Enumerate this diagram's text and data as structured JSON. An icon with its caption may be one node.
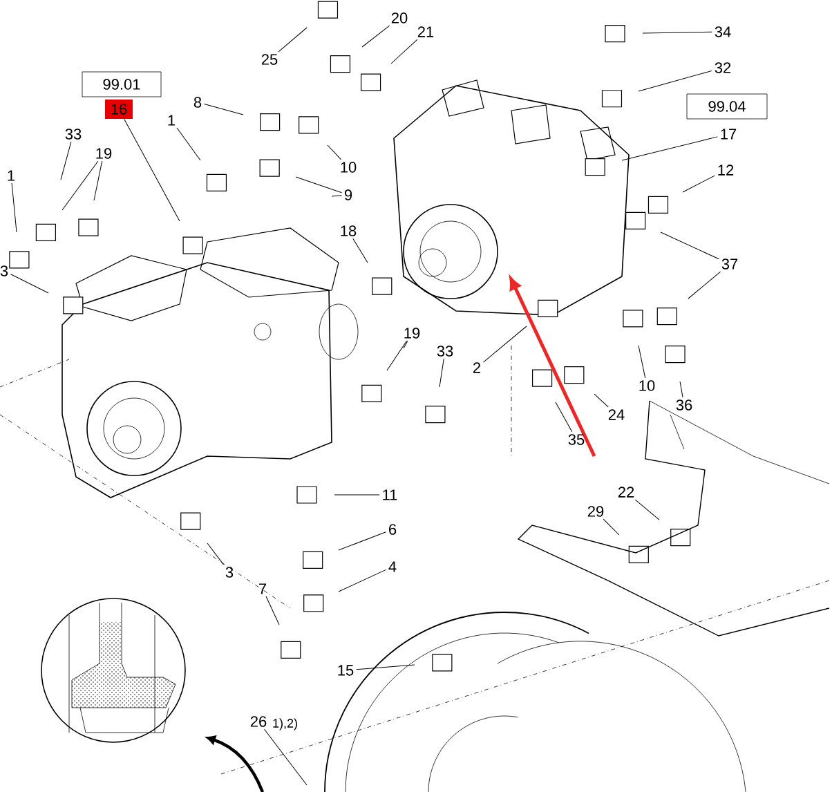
{
  "diagram": {
    "nodes": [
      {
        "text": [
          "99.01"
        ]
      },
      {
        "text": [
          "16"
        ]
      },
      {
        "text": [
          "1"
        ]
      },
      {
        "text": [
          "33"
        ]
      },
      {
        "text": [
          "19"
        ]
      },
      {
        "text": [
          "3"
        ]
      },
      {
        "text": [
          "1"
        ]
      },
      {
        "text": [
          "8"
        ]
      },
      {
        "text": [
          "25"
        ]
      },
      {
        "text": [
          "20"
        ]
      },
      {
        "text": [
          "21"
        ]
      },
      {
        "text": [
          "10"
        ]
      },
      {
        "text": [
          "9"
        ]
      },
      {
        "text": [
          "18"
        ]
      },
      {
        "text": [
          "34"
        ]
      },
      {
        "text": [
          "32"
        ]
      },
      {
        "text": [
          "99.04"
        ]
      },
      {
        "text": [
          "17"
        ]
      },
      {
        "text": [
          "12"
        ]
      },
      {
        "text": [
          "37"
        ]
      },
      {
        "text": [
          "19"
        ]
      },
      {
        "text": [
          "33"
        ]
      },
      {
        "text": [
          "2"
        ]
      },
      {
        "text": [
          "10"
        ]
      },
      {
        "text": [
          "24"
        ]
      },
      {
        "text": [
          "36"
        ]
      },
      {
        "text": [
          "35"
        ]
      },
      {
        "text": [
          "22"
        ]
      },
      {
        "text": [
          "29"
        ]
      },
      {
        "text": [
          "11"
        ]
      },
      {
        "text": [
          "6"
        ]
      },
      {
        "text": [
          "4"
        ]
      },
      {
        "text": [
          "3"
        ]
      },
      {
        "text": [
          "7"
        ]
      },
      {
        "text": [
          "15"
        ]
      },
      {
        "text": [
          "26"
        ],
        "beside": [
          "1),2)"
        ]
      }
    ],
    "edges": [
      {
        "from": 1,
        "to": null,
        "arrow": "none"
      },
      {
        "from": 2,
        "to": null,
        "arrow": "none"
      },
      {
        "from": 3,
        "to": null,
        "arrow": "none"
      },
      {
        "from": 4,
        "to": null,
        "arrow": "none"
      },
      {
        "from": 4,
        "to": null,
        "arrow": "none"
      },
      {
        "from": 5,
        "to": null,
        "arrow": "none"
      },
      {
        "from": 6,
        "to": null,
        "arrow": "none"
      },
      {
        "from": 7,
        "to": null,
        "arrow": "none"
      },
      {
        "from": 8,
        "to": null,
        "arrow": "none"
      },
      {
        "from": 9,
        "to": null,
        "arrow": "none"
      },
      {
        "from": 10,
        "to": null,
        "arrow": "none"
      },
      {
        "from": 11,
        "to": null,
        "arrow": "none"
      },
      {
        "from": 12,
        "to": null,
        "arrow": "none"
      },
      {
        "from": 12,
        "to": null,
        "arrow": "none"
      },
      {
        "from": 13,
        "to": null,
        "arrow": "none"
      },
      {
        "from": 14,
        "to": null,
        "arrow": "none"
      },
      {
        "from": 15,
        "to": null,
        "arrow": "none"
      },
      {
        "from": 17,
        "to": null,
        "arrow": "none"
      },
      {
        "from": 18,
        "to": null,
        "arrow": "none"
      },
      {
        "from": 19,
        "to": null,
        "arrow": "none"
      },
      {
        "from": 19,
        "to": null,
        "arrow": "none"
      },
      {
        "from": 20,
        "to": null,
        "arrow": "none"
      },
      {
        "from": 20,
        "to": null,
        "arrow": "none"
      },
      {
        "from": 21,
        "to": null,
        "arrow": "none"
      },
      {
        "from": 22,
        "to": null,
        "arrow": "none"
      },
      {
        "from": 23,
        "to": null,
        "arrow": "none"
      },
      {
        "from": 24,
        "to": null,
        "arrow": "none"
      },
      {
        "from": 25,
        "to": null,
        "arrow": "none"
      },
      {
        "from": 26,
        "to": null,
        "arrow": "none"
      },
      {
        "from": 27,
        "to": null,
        "arrow": "none"
      },
      {
        "from": 28,
        "to": null,
        "arrow": "none"
      },
      {
        "from": 29,
        "to": null,
        "arrow": "none"
      },
      {
        "from": 30,
        "to": null,
        "arrow": "none"
      },
      {
        "from": 31,
        "to": null,
        "arrow": "none"
      },
      {
        "from": 32,
        "to": null,
        "arrow": "none"
      },
      {
        "from": 33,
        "to": null,
        "arrow": "none"
      },
      {
        "from": 34,
        "to": null,
        "arrow": "none"
      },
      {
        "from": 35,
        "to": null,
        "arrow": "none"
      }
    ]
  }
}
